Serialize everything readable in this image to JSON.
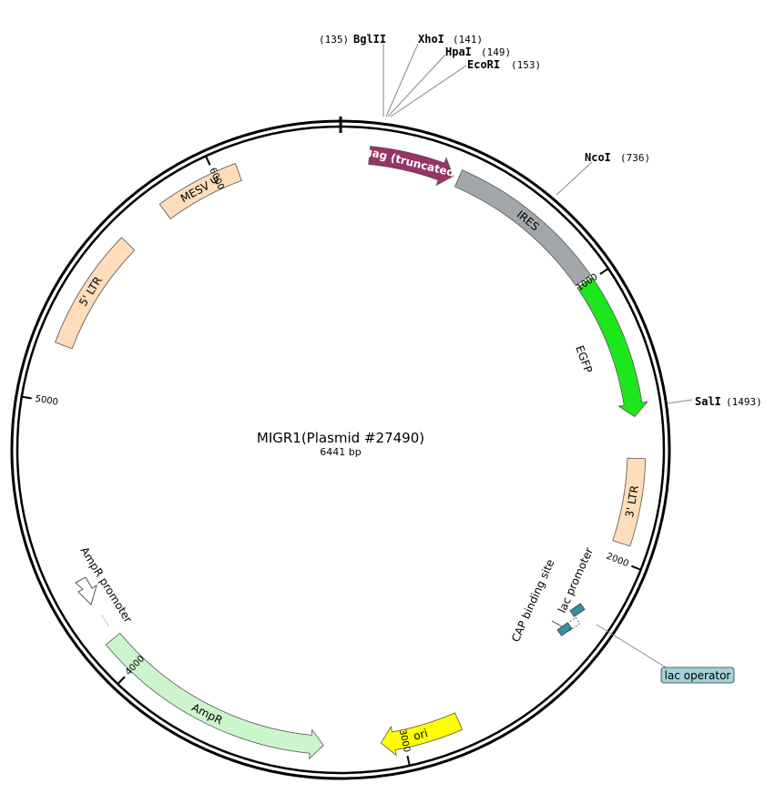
{
  "plasmid": {
    "name": "MIGR1(Plasmid #27490)",
    "size_label": "6441 bp",
    "length": 6441
  },
  "features": [
    {
      "label": "gag (truncated)",
      "start": 100,
      "end": 400,
      "dir": 1,
      "color": "#993366",
      "text_color": "#ffffff",
      "arrow": true,
      "label_inside": true
    },
    {
      "label": "IRES",
      "start": 420,
      "end": 985,
      "dir": 0,
      "color": "#a2a7ab",
      "text_color": "#000000",
      "arrow": false,
      "label_inside": true
    },
    {
      "label": "EGFP",
      "start": 995,
      "end": 1495,
      "dir": 1,
      "color": "#1de61d",
      "text_color": "#000000",
      "arrow": true,
      "label_inside": false
    },
    {
      "label": "3' LTR",
      "start": 1640,
      "end": 1940,
      "dir": 0,
      "color": "#ffddbb",
      "text_color": "#000000",
      "arrow": false,
      "label_inside": true
    },
    {
      "label": "ori",
      "start": 2800,
      "end": 3080,
      "dir": 1,
      "color": "#ffff00",
      "text_color": "#000000",
      "arrow": true,
      "label_inside": true,
      "reverse": true
    },
    {
      "label": "AmpR",
      "start": 3280,
      "end": 4120,
      "dir": -1,
      "color": "#ccf5cc",
      "text_color": "#000000",
      "arrow": true,
      "label_inside": true
    },
    {
      "label": "5' LTR",
      "start": 5200,
      "end": 5620,
      "dir": 0,
      "color": "#ffddbb",
      "text_color": "#000000",
      "arrow": false,
      "label_inside": true
    },
    {
      "label": "MESV Ψ",
      "start": 5790,
      "end": 6080,
      "dir": 0,
      "color": "#ffddbb",
      "text_color": "#000000",
      "arrow": false,
      "label_inside": true
    }
  ],
  "small_features": [
    {
      "label": "AmpR promoter",
      "start": 4140,
      "end": 4260,
      "color": "#ffffff"
    },
    {
      "label": "lac promoter",
      "start": 2390,
      "end": 2420,
      "color": "#3b8da0"
    },
    {
      "label": "CAP binding site",
      "start": 2436,
      "end": 2456,
      "color": "#3b8da0"
    }
  ],
  "lac_operator": {
    "label": "lac operator",
    "color": "#a3d1da"
  },
  "enzymes": [
    {
      "name": "BglII",
      "pos": "(135)"
    },
    {
      "name": "XhoI",
      "pos": "(141)"
    },
    {
      "name": "HpaI",
      "pos": "(149)"
    },
    {
      "name": "EcoRI",
      "pos": "(153)"
    },
    {
      "name": "NcoI",
      "pos": "(736)"
    },
    {
      "name": "SalI",
      "pos": "(1493)"
    }
  ],
  "ticks": [
    {
      "label": "1000",
      "value": 1000
    },
    {
      "label": "2000",
      "value": 2000
    },
    {
      "label": "3000",
      "value": 3000
    },
    {
      "label": "4000",
      "value": 4000
    },
    {
      "label": "5000",
      "value": 5000
    },
    {
      "label": "6000",
      "value": 6000
    }
  ]
}
